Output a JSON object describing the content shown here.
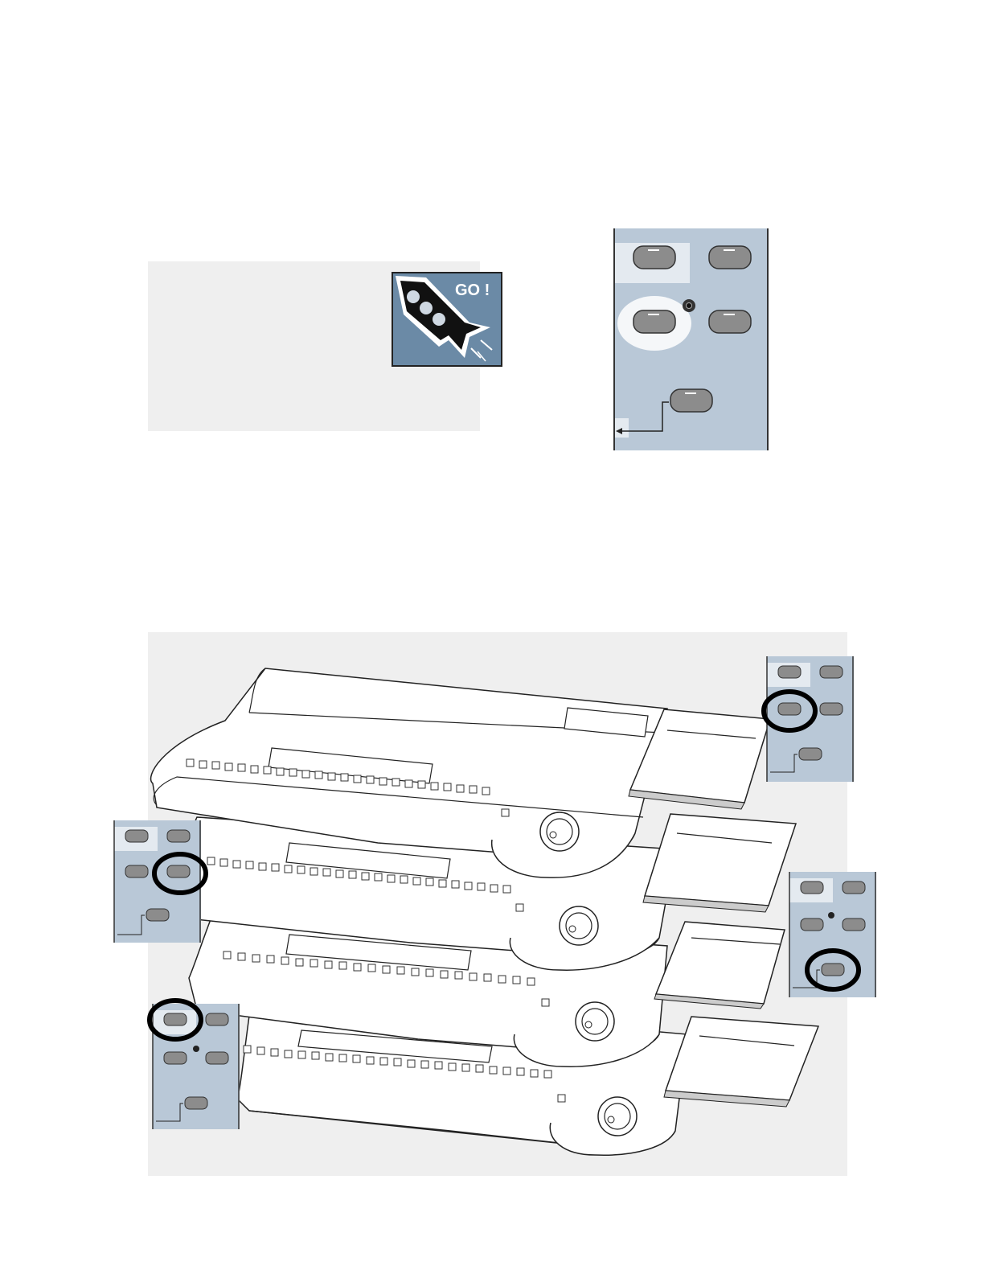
{
  "go_badge": {
    "label": "GO !",
    "background": "#6b8aa6",
    "icon": "rocket-icon"
  },
  "nav_panel": {
    "background": "#b9c8d7",
    "button_color": "#8c8c8c",
    "buttons": [
      {
        "name": "top-left"
      },
      {
        "name": "top-right"
      },
      {
        "name": "middle-left",
        "highlighted": true
      },
      {
        "name": "middle-right"
      },
      {
        "name": "bottom"
      }
    ],
    "led_icon": "led-indicator-icon",
    "return_icon": "return-arrow-icon"
  },
  "figure": {
    "description_icon": "console-stack-illustration",
    "consoles": 4,
    "highlighted_buttons": [
      "middle-left",
      "middle-right",
      "bottom",
      "top-left"
    ]
  }
}
